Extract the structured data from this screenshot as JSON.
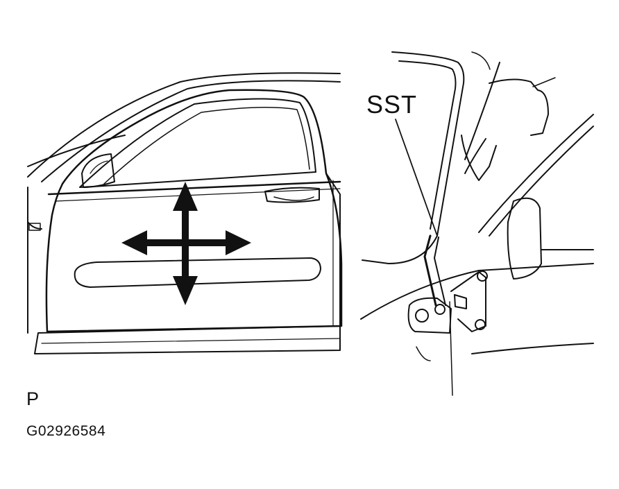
{
  "labels": {
    "sst": "SST",
    "view_letter": "P",
    "figure_code": "G02926584"
  },
  "icons": {
    "adjust_arrows": "four-way-arrow-icon"
  },
  "colors": {
    "line": "#111111",
    "background": "#ffffff"
  }
}
